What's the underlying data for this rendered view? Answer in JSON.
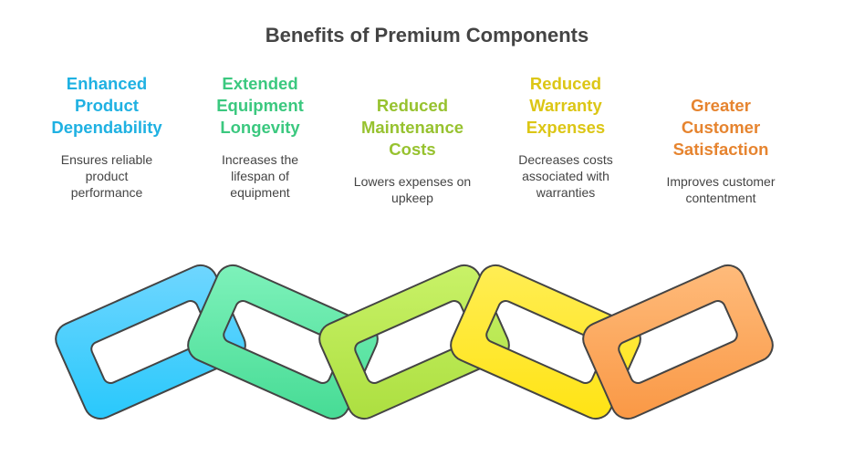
{
  "title": "Benefits of Premium Components",
  "benefits": [
    {
      "heading": "Enhanced Product Dependability",
      "description": "Ensures reliable product performance",
      "color": "#1fb1e2"
    },
    {
      "heading": "Extended Equipment Longevity",
      "description": "Increases the lifespan of equipment",
      "color": "#3bc87f"
    },
    {
      "heading": "Reduced Maintenance Costs",
      "description": "Lowers expenses on upkeep",
      "color": "#97c22f"
    },
    {
      "heading": "Reduced Warranty Expenses",
      "description": "Decreases costs associated with warranties",
      "color": "#dcc615"
    },
    {
      "heading": "Greater Customer Satisfaction",
      "description": "Improves customer contentment",
      "color": "#e6842f"
    }
  ],
  "links": [
    {
      "top": "#7ad8ff",
      "bottom": "#1ec6fb"
    },
    {
      "top": "#86f5c0",
      "bottom": "#3ed88f"
    },
    {
      "top": "#cdf56e",
      "bottom": "#a8dc3a"
    },
    {
      "top": "#ffef5e",
      "bottom": "#ffe20a"
    },
    {
      "top": "#ffc083",
      "bottom": "#f9933d"
    }
  ]
}
